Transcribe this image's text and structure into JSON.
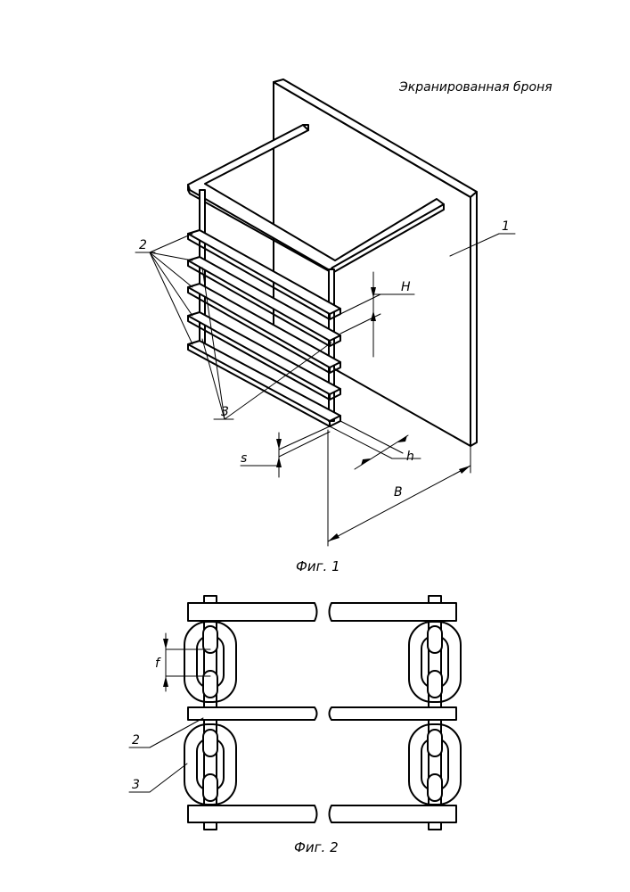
{
  "title": "Экранированная броня",
  "figure1": {
    "caption": "Фиг. 1",
    "labels": {
      "plate": "1",
      "straps": "2",
      "links": "3",
      "height": "H",
      "thickness": "s",
      "depth": "h",
      "width": "B"
    }
  },
  "figure2": {
    "caption": "Фиг. 2",
    "labels": {
      "gap": "f",
      "straps": "2",
      "links": "3"
    }
  }
}
